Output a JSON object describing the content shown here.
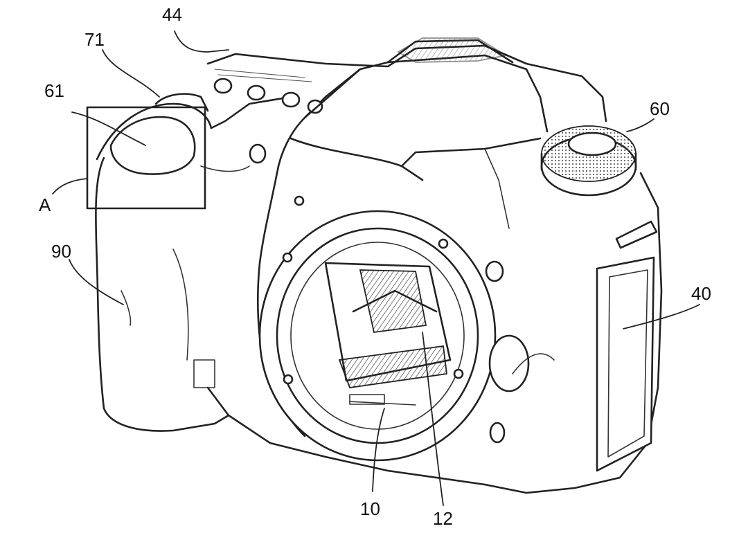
{
  "labels": {
    "ref_44": "44",
    "ref_71": "71",
    "ref_61": "61",
    "ref_A": "A",
    "ref_90": "90",
    "ref_60": "60",
    "ref_40": "40",
    "ref_10": "10",
    "ref_12": "12"
  },
  "colors": {
    "line": "#222222",
    "background": "#ffffff"
  }
}
